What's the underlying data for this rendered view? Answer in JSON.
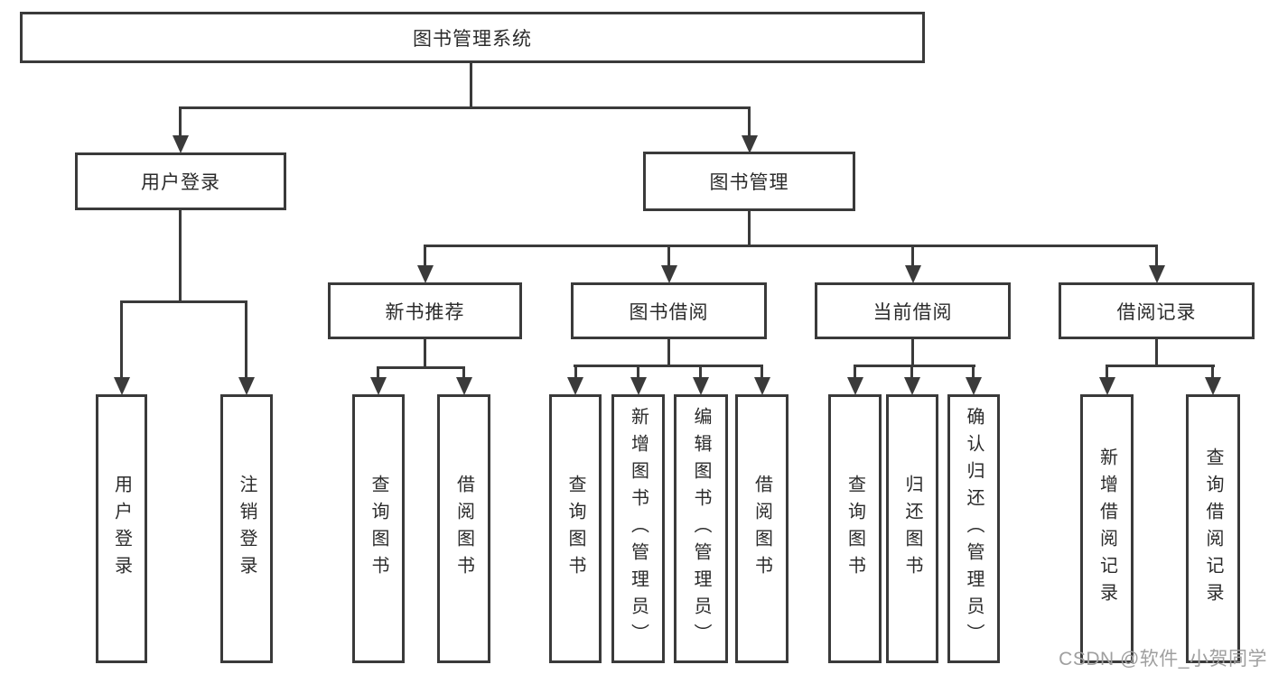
{
  "tree": {
    "label": "图书管理系统",
    "children": [
      {
        "label": "用户登录",
        "children": [
          {
            "label": "用户登录"
          },
          {
            "label": "注销登录"
          }
        ]
      },
      {
        "label": "图书管理",
        "children": [
          {
            "label": "新书推荐",
            "children": [
              {
                "label": "查询图书"
              },
              {
                "label": "借阅图书"
              }
            ]
          },
          {
            "label": "图书借阅",
            "children": [
              {
                "label": "查询图书"
              },
              {
                "label": "新增图书（管理员）"
              },
              {
                "label": "编辑图书（管理员）"
              },
              {
                "label": "借阅图书"
              }
            ]
          },
          {
            "label": "当前借阅",
            "children": [
              {
                "label": "查询图书"
              },
              {
                "label": "归还图书"
              },
              {
                "label": "确认归还（管理员）"
              }
            ]
          },
          {
            "label": "借阅记录",
            "children": [
              {
                "label": "新增借阅记录"
              },
              {
                "label": "查询借阅记录"
              }
            ]
          }
        ]
      }
    ]
  },
  "watermark": {
    "text": "CSDN @软件_小贺同学"
  },
  "colors": {
    "line": "#3a3a3a",
    "text": "#2b2b2b",
    "watermark": "#9f9f9f",
    "background": "#ffffff"
  }
}
